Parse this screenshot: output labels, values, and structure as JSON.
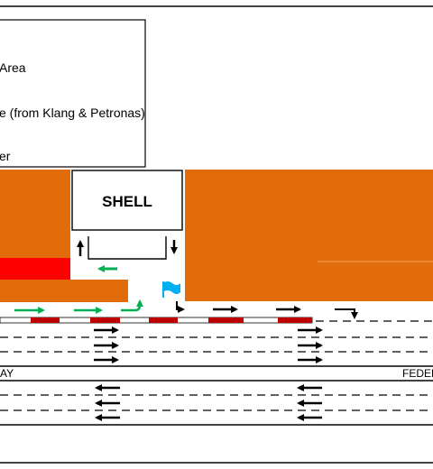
{
  "legend": {
    "items": [
      {
        "text": "Area"
      },
      {
        "text": "e (from Klang & Petronas)"
      },
      {
        "text": "er"
      }
    ]
  },
  "station": {
    "label": "SHELL"
  },
  "road": {
    "left_label": "AY",
    "right_label": "FEDER"
  },
  "colors": {
    "orange": "#E36C0A",
    "red": "#FF0000",
    "dark_red": "#C00000",
    "green": "#00B050",
    "blue": "#00B0F0",
    "black": "#000000"
  },
  "icons": {
    "arrow_right": "arrow-right-icon",
    "arrow_left": "arrow-left-icon",
    "arrow_up": "arrow-up-icon",
    "arrow_down": "arrow-down-icon",
    "flag": "flag-icon"
  }
}
